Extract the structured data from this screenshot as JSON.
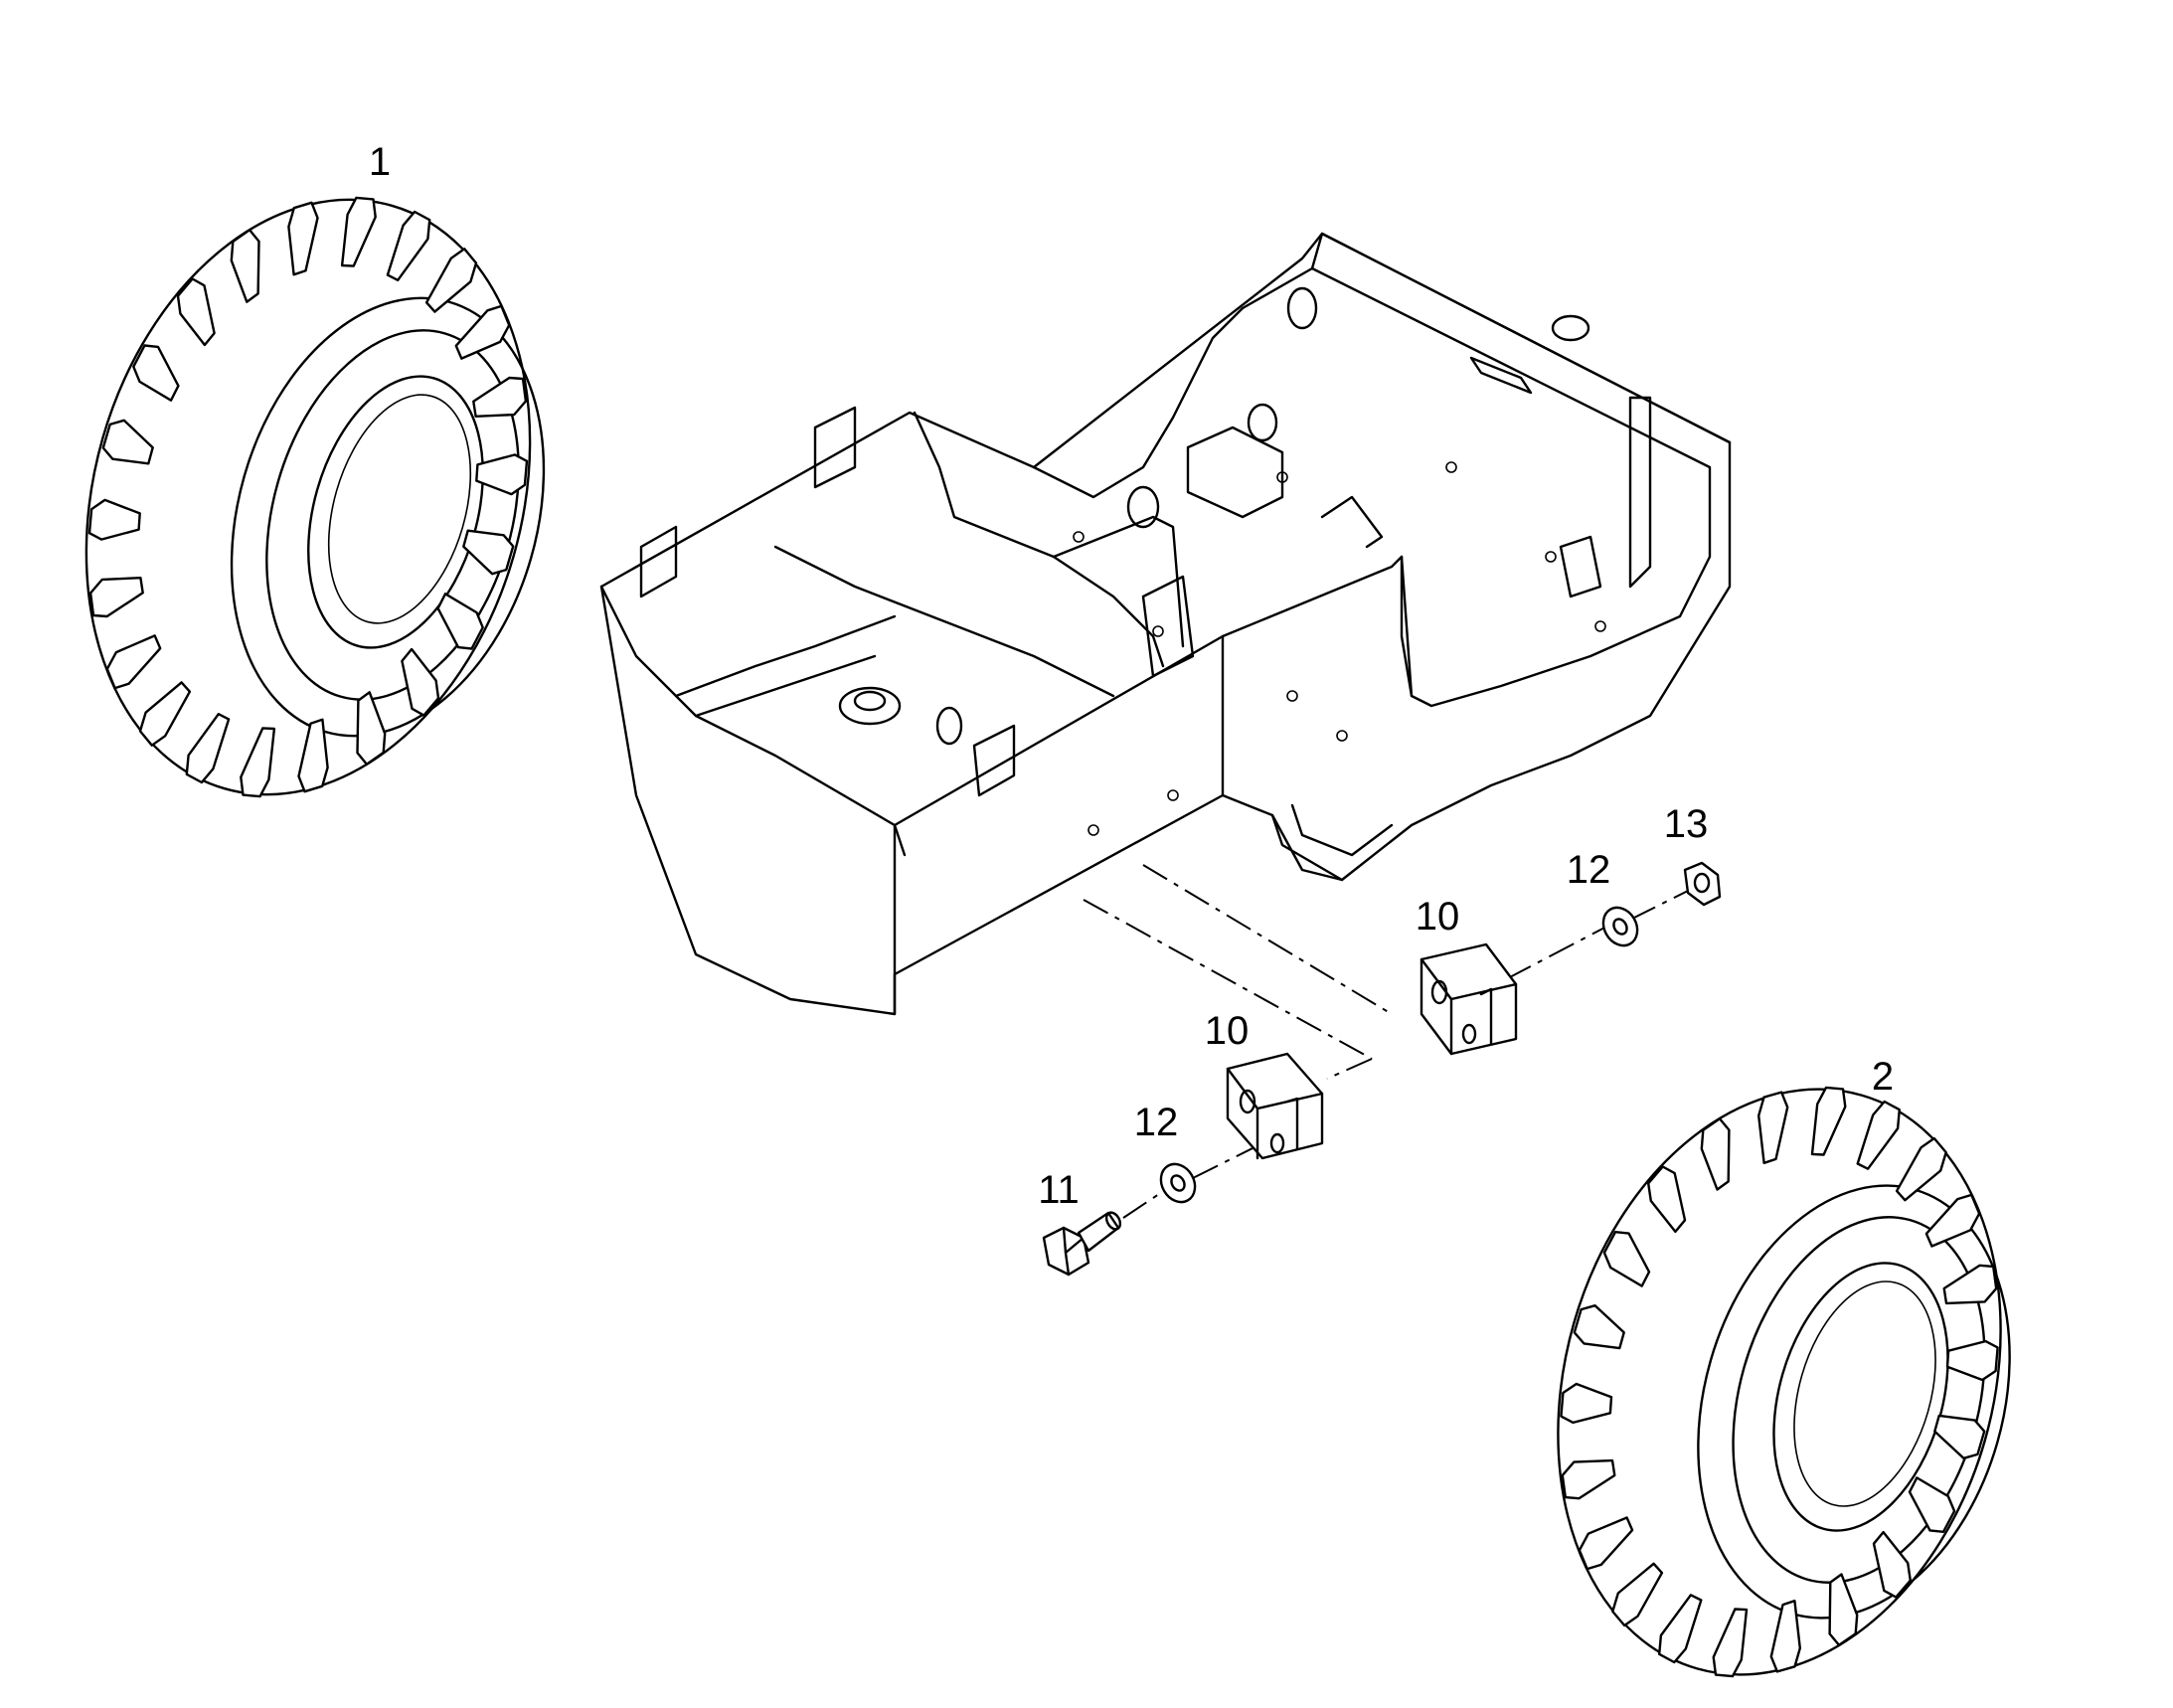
{
  "diagram": {
    "type": "exploded-parts-view",
    "parts": [
      {
        "id": "p1",
        "label": "1",
        "icon": "tire-icon"
      },
      {
        "id": "p2",
        "label": "2",
        "icon": "tire-icon"
      },
      {
        "id": "p10a",
        "label": "10",
        "icon": "block-icon"
      },
      {
        "id": "p10b",
        "label": "10",
        "icon": "block-icon"
      },
      {
        "id": "p11",
        "label": "11",
        "icon": "bolt-icon"
      },
      {
        "id": "p12a",
        "label": "12",
        "icon": "washer-icon"
      },
      {
        "id": "p12b",
        "label": "12",
        "icon": "washer-icon"
      },
      {
        "id": "p13",
        "label": "13",
        "icon": "nut-icon"
      }
    ],
    "frame_icon": "chassis-frame-icon",
    "line_color": "#000000",
    "background": "#ffffff"
  }
}
